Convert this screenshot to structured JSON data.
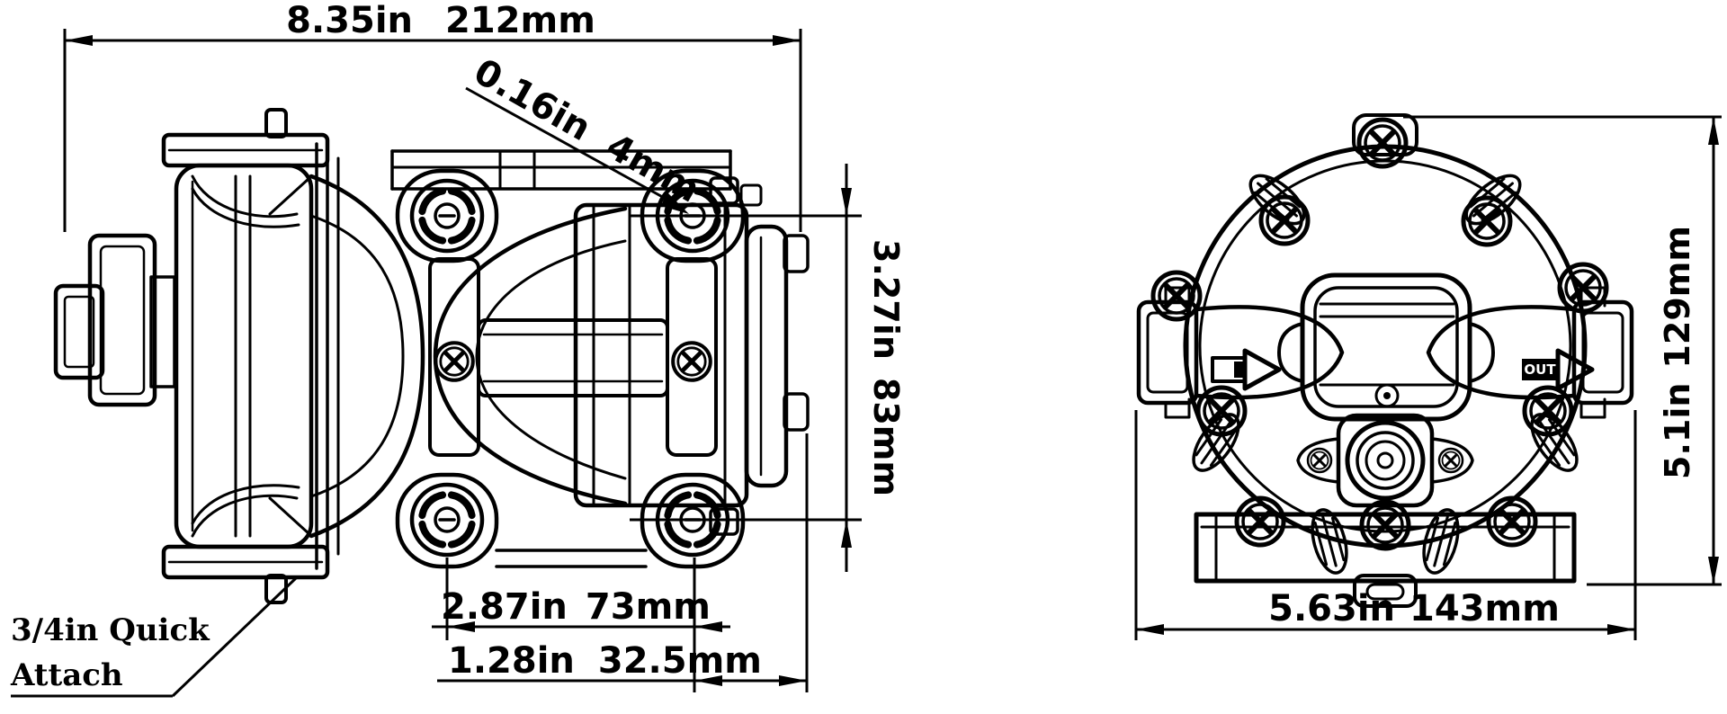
{
  "drawing": {
    "side_view": {
      "dim_overall_length": {
        "in": "8.35in",
        "mm": "212mm"
      },
      "dim_mount_hole": {
        "in": "0.16in",
        "mm": "4mm"
      },
      "dim_mount_height": {
        "in": "3.27in",
        "mm": "83mm"
      },
      "dim_mount_spacing": {
        "in": "2.87in",
        "mm": "73mm"
      },
      "dim_port_offset": {
        "in": "1.28in",
        "mm": "32.5mm"
      },
      "callout": {
        "line1": "3/4in Quick",
        "line2": "Attach"
      }
    },
    "front_view": {
      "dim_overall_width": {
        "in": "5.63in",
        "mm": "143mm"
      },
      "dim_overall_height": {
        "in": "5.1in",
        "mm": "129mm"
      },
      "outlet_label": "OUT"
    },
    "colors": {
      "ink": "#000000",
      "paper": "#ffffff"
    }
  }
}
